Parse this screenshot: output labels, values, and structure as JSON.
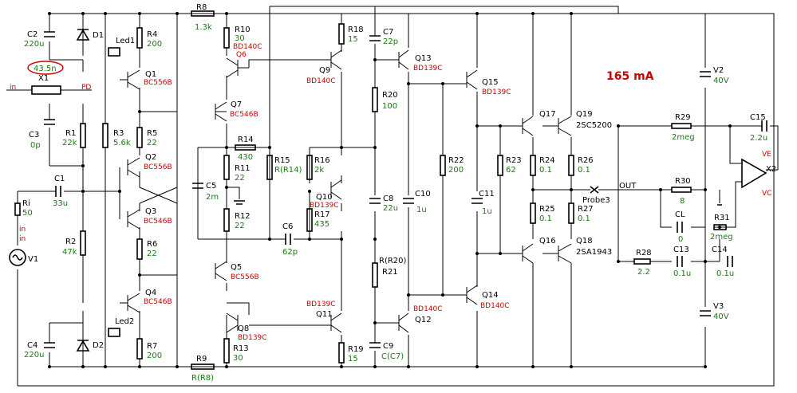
{
  "current_readout": "165 mA",
  "power": {
    "V2": {
      "name": "V2",
      "value": "40V"
    },
    "V3": {
      "name": "V3",
      "value": "40V"
    }
  },
  "source": {
    "name": "V1",
    "series_resistor": {
      "name": "Ri",
      "value": "50"
    },
    "node_labels": [
      "in",
      "in"
    ]
  },
  "crystal": {
    "name": "X1",
    "value": "43.5n",
    "pin_in": "in",
    "pin_pd": "PD"
  },
  "opamp": {
    "name": "X2",
    "pin_ve": "VE",
    "pin_vc": "VC"
  },
  "probe": {
    "name": "Probe3",
    "node": "OUT"
  },
  "colors": {
    "wire": "#000000",
    "component_name": "#000000",
    "value": "#1a7a12",
    "transistor_type": "#cc0000",
    "highlight": "#cc0000"
  },
  "resistors": [
    {
      "name": "R1",
      "value": "22k"
    },
    {
      "name": "R2",
      "value": "47k"
    },
    {
      "name": "R3",
      "value": "5.6k"
    },
    {
      "name": "R4",
      "value": "200"
    },
    {
      "name": "R5",
      "value": "22"
    },
    {
      "name": "R6",
      "value": "22"
    },
    {
      "name": "R7",
      "value": "200"
    },
    {
      "name": "R8",
      "value": "1.3k"
    },
    {
      "name": "R9",
      "value": "R(R8)"
    },
    {
      "name": "R10",
      "value": "30"
    },
    {
      "name": "R11",
      "value": "22"
    },
    {
      "name": "R12",
      "value": "22"
    },
    {
      "name": "R13",
      "value": "30"
    },
    {
      "name": "R14",
      "value": "430"
    },
    {
      "name": "R15",
      "value": "R(R14)"
    },
    {
      "name": "R16",
      "value": "2k"
    },
    {
      "name": "R17",
      "value": "435"
    },
    {
      "name": "R18",
      "value": "15"
    },
    {
      "name": "R19",
      "value": "15"
    },
    {
      "name": "R20",
      "value": "100"
    },
    {
      "name": "R21",
      "value": "R(R20)"
    },
    {
      "name": "R22",
      "value": "200"
    },
    {
      "name": "R23",
      "value": "62"
    },
    {
      "name": "R24",
      "value": "0.1"
    },
    {
      "name": "R25",
      "value": "0.1"
    },
    {
      "name": "R26",
      "value": "0.1"
    },
    {
      "name": "R27",
      "value": "0.1"
    },
    {
      "name": "R28",
      "value": "2.2"
    },
    {
      "name": "R29",
      "value": "2meg"
    },
    {
      "name": "R30",
      "value": "8"
    },
    {
      "name": "R31",
      "value": "2meg"
    }
  ],
  "capacitors": [
    {
      "name": "C1",
      "value": "33u"
    },
    {
      "name": "C2",
      "value": "220u"
    },
    {
      "name": "C3",
      "value": "0p"
    },
    {
      "name": "C4",
      "value": "220u"
    },
    {
      "name": "C5",
      "value": "2m"
    },
    {
      "name": "C6",
      "value": "62p"
    },
    {
      "name": "C7",
      "value": "22p"
    },
    {
      "name": "C8",
      "value": "22u"
    },
    {
      "name": "C9",
      "value": "C(C7)"
    },
    {
      "name": "C10",
      "value": "1u"
    },
    {
      "name": "C11",
      "value": "1u"
    },
    {
      "name": "C13",
      "value": "0.1u"
    },
    {
      "name": "C14",
      "value": "0.1u"
    },
    {
      "name": "C15",
      "value": "2.2u"
    },
    {
      "name": "CL",
      "value": "0"
    }
  ],
  "diodes": [
    {
      "name": "D1"
    },
    {
      "name": "D2"
    }
  ],
  "leds": [
    {
      "name": "Led1"
    },
    {
      "name": "Led2"
    }
  ],
  "transistors": [
    {
      "name": "Q1",
      "type": "BC556B"
    },
    {
      "name": "Q2",
      "type": "BC556B"
    },
    {
      "name": "Q3",
      "type": "BC546B"
    },
    {
      "name": "Q4",
      "type": "BC546B"
    },
    {
      "name": "Q5",
      "type": "BC556B"
    },
    {
      "name": "Q6",
      "type": "BD140C"
    },
    {
      "name": "Q7",
      "type": "BC546B"
    },
    {
      "name": "Q8",
      "type": "BD139C"
    },
    {
      "name": "Q9",
      "type": "BD140C"
    },
    {
      "name": "Q10",
      "type": "BD139C"
    },
    {
      "name": "Q11",
      "type": "BD139C"
    },
    {
      "name": "Q12",
      "type": "BD140C"
    },
    {
      "name": "Q13",
      "type": "BD139C"
    },
    {
      "name": "Q14",
      "type": "BD140C"
    },
    {
      "name": "Q15",
      "type": "BD139C"
    },
    {
      "name": "Q16",
      "type": ""
    },
    {
      "name": "Q17",
      "type": ""
    },
    {
      "name": "Q18",
      "type": "2SA1943"
    },
    {
      "name": "Q19",
      "type": "2SC5200"
    }
  ]
}
